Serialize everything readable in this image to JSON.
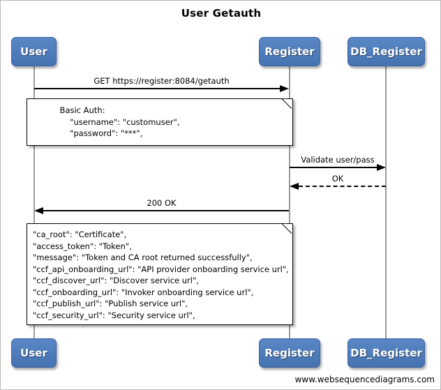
{
  "diagram": {
    "title": "User Getauth",
    "footer": "www.websequencediagrams.com",
    "accent_color": "#4572b0",
    "line_color": "#000000",
    "lifeline_color": "#9a9a9a"
  },
  "participants": [
    {
      "name": "User",
      "label": "User"
    },
    {
      "name": "Register",
      "label": "Register"
    },
    {
      "name": "DB_Register",
      "label": "DB_Register"
    }
  ],
  "messages": [
    {
      "label": "GET https://register:8084/getauth",
      "from": "User",
      "to": "Register",
      "direction": "right",
      "style": "solid"
    },
    {
      "label": "Validate user/pass",
      "from": "Register",
      "to": "DB_Register",
      "direction": "right",
      "style": "solid"
    },
    {
      "label": "OK",
      "from": "DB_Register",
      "to": "Register",
      "direction": "left",
      "style": "dashed"
    },
    {
      "label": "200 OK",
      "from": "Register",
      "to": "User",
      "direction": "left",
      "style": "solid"
    }
  ],
  "notes": [
    {
      "name": "basic-auth-note",
      "align": "center",
      "lines": [
        "Basic Auth:",
        "    \"username\": \"customuser\",",
        "    \"password\": \"***\","
      ],
      "text": "          Basic Auth:\n              \"username\": \"customuser\",\n              \"password\": \"***\","
    },
    {
      "name": "token-response-note",
      "align": "left",
      "lines": [
        "\"ca_root\": \"Certificate\",",
        "\"access_token\": \"Token\",",
        "\"message\": \"Token and CA root returned successfully\",",
        "\"ccf_api_onboarding_url\": \"API provider onboarding service url\",",
        "\"ccf_discover_url\": \"Discover service url\",",
        "\"ccf_onboarding_url\": \"Invoker onboarding service url\",",
        "\"ccf_publish_url\": \"Publish service url\",",
        "\"ccf_security_url\": \"Security service url\","
      ],
      "text": "\"ca_root\": \"Certificate\",\n\"access_token\": \"Token\",\n\"message\": \"Token and CA root returned successfully\",\n\"ccf_api_onboarding_url\": \"API provider onboarding service url\",\n\"ccf_discover_url\": \"Discover service url\",\n\"ccf_onboarding_url\": \"Invoker onboarding service url\",\n\"ccf_publish_url\": \"Publish service url\",\n\"ccf_security_url\": \"Security service url\","
    }
  ]
}
